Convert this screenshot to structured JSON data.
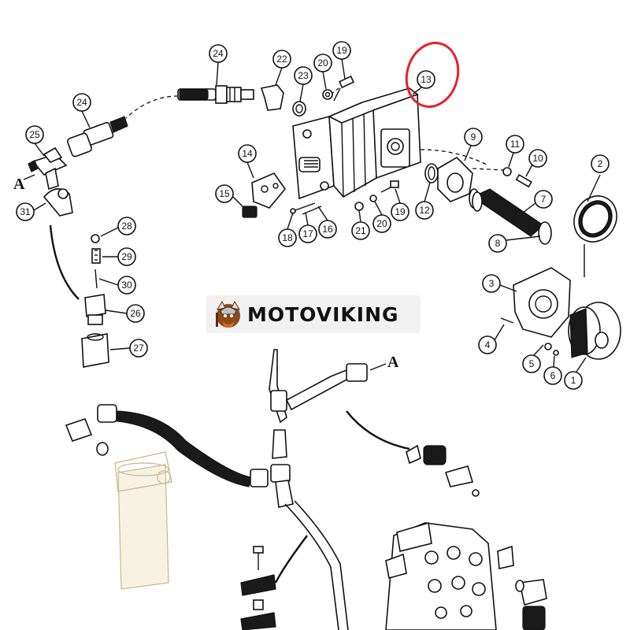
{
  "diagram": {
    "callouts": [
      "24",
      "24",
      "25",
      "31",
      "22",
      "23",
      "20",
      "19",
      "13",
      "14",
      "15",
      "18",
      "17",
      "16",
      "21",
      "20",
      "19",
      "12",
      "9",
      "11",
      "10",
      "7",
      "8",
      "2",
      "3",
      "4",
      "5",
      "6",
      "1",
      "28",
      "29",
      "30",
      "26",
      "27"
    ],
    "section_markers": [
      "A",
      "A"
    ],
    "highlighted_callout": "13",
    "highlight_color": "#e8202a"
  },
  "watermark": {
    "text": "MOTOVIKING"
  }
}
